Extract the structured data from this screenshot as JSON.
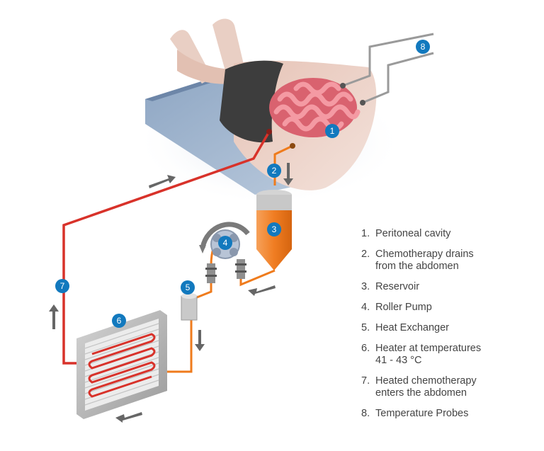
{
  "colors": {
    "hot_line": "#d8322a",
    "cool_line": "#ef7b1c",
    "badge": "#1279be",
    "probe_wire": "#9a9a9a",
    "arrow": "#666666",
    "reservoir": "#f07d22",
    "intestine": "#ec7a85"
  },
  "badges": [
    "1",
    "2",
    "3",
    "4",
    "5",
    "6",
    "7",
    "8"
  ],
  "legend": [
    {
      "number": "1.",
      "text": "Peritoneal cavity"
    },
    {
      "number": "2.",
      "text": "Chemotherapy drains\nfrom the abdomen"
    },
    {
      "number": "3.",
      "text": "Reservoir"
    },
    {
      "number": "4.",
      "text": "Roller Pump"
    },
    {
      "number": "5.",
      "text": "Heat Exchanger"
    },
    {
      "number": "6.",
      "text": "Heater at temperatures\n41 - 43 °C"
    },
    {
      "number": "7.",
      "text": "Heated chemotherapy\nenters the abdomen"
    },
    {
      "number": "8.",
      "text": "Temperature Probes"
    }
  ]
}
